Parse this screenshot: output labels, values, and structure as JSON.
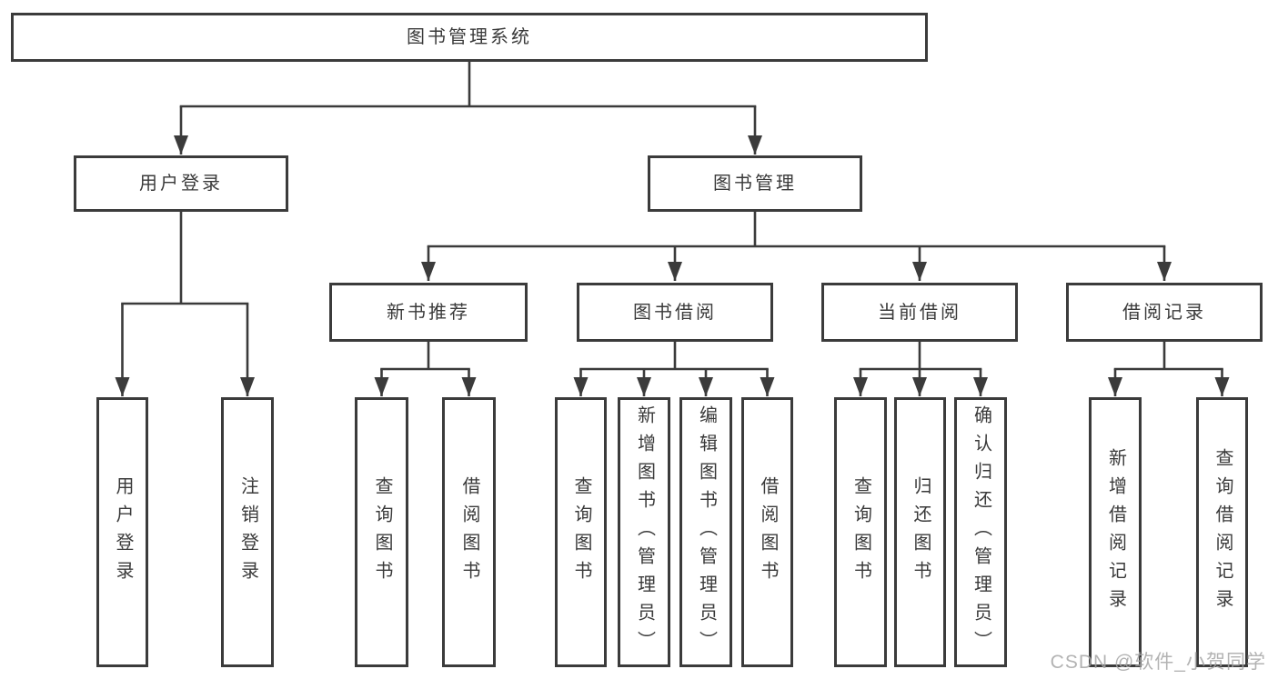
{
  "diagram": {
    "title": "图书管理系统",
    "level2": [
      {
        "label": "用户登录",
        "children": [
          {
            "label": "用户登录"
          },
          {
            "label": "注销登录"
          }
        ]
      },
      {
        "label": "图书管理",
        "children": [
          {
            "label": "新书推荐",
            "children": [
              {
                "label": "查询图书"
              },
              {
                "label": "借阅图书"
              }
            ]
          },
          {
            "label": "图书借阅",
            "children": [
              {
                "label": "查询图书"
              },
              {
                "label": "新增图书（管理员）"
              },
              {
                "label": "编辑图书（管理员）"
              },
              {
                "label": "借阅图书"
              }
            ]
          },
          {
            "label": "当前借阅",
            "children": [
              {
                "label": "查询图书"
              },
              {
                "label": "归还图书"
              },
              {
                "label": "确认归还（管理员）"
              }
            ]
          },
          {
            "label": "借阅记录",
            "children": [
              {
                "label": "新增借阅记录"
              },
              {
                "label": "查询借阅记录"
              }
            ]
          }
        ]
      }
    ]
  },
  "watermark": {
    "text": "CSDN @软件_小贺同学"
  },
  "colors": {
    "line": "#3b3b3b",
    "text": "#3a3a3a",
    "background": "#ffffff",
    "watermark": "#a6a6a6"
  }
}
